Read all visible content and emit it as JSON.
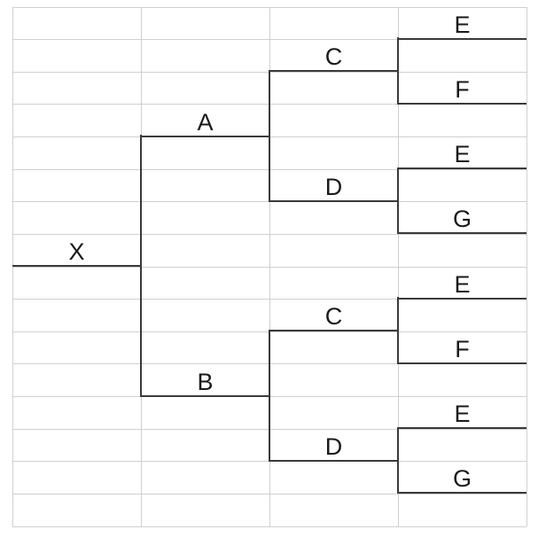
{
  "diagram": {
    "type": "tree",
    "title": "",
    "root_label": "X",
    "structure": {
      "label": "X",
      "children": [
        {
          "label": "A",
          "children": [
            {
              "label": "C",
              "children": [
                {
                  "label": "E"
                },
                {
                  "label": "F"
                }
              ]
            },
            {
              "label": "D",
              "children": [
                {
                  "label": "E"
                },
                {
                  "label": "G"
                }
              ]
            }
          ]
        },
        {
          "label": "B",
          "children": [
            {
              "label": "C",
              "children": [
                {
                  "label": "E"
                },
                {
                  "label": "F"
                }
              ]
            },
            {
              "label": "D",
              "children": [
                {
                  "label": "E"
                },
                {
                  "label": "G"
                }
              ]
            }
          ]
        }
      ]
    },
    "nodes": [
      {
        "label": "E",
        "row": 1,
        "col": 4
      },
      {
        "label": "C",
        "row": 2,
        "col": 3
      },
      {
        "label": "F",
        "row": 3,
        "col": 4
      },
      {
        "label": "A",
        "row": 4,
        "col": 2
      },
      {
        "label": "E",
        "row": 5,
        "col": 4
      },
      {
        "label": "D",
        "row": 6,
        "col": 3
      },
      {
        "label": "G",
        "row": 7,
        "col": 4
      },
      {
        "label": "X",
        "row": 8,
        "col": 1
      },
      {
        "label": "E",
        "row": 9,
        "col": 4
      },
      {
        "label": "C",
        "row": 10,
        "col": 3
      },
      {
        "label": "F",
        "row": 11,
        "col": 4
      },
      {
        "label": "B",
        "row": 12,
        "col": 2
      },
      {
        "label": "E",
        "row": 13,
        "col": 4
      },
      {
        "label": "D",
        "row": 14,
        "col": 3
      },
      {
        "label": "G",
        "row": 15,
        "col": 4
      }
    ],
    "connectors": [
      {
        "col": 1,
        "from_row": 4,
        "to_row": 12
      },
      {
        "col": 2,
        "from_row": 2,
        "to_row": 6
      },
      {
        "col": 2,
        "from_row": 10,
        "to_row": 14
      },
      {
        "col": 3,
        "from_row": 1,
        "to_row": 3
      },
      {
        "col": 3,
        "from_row": 5,
        "to_row": 7
      },
      {
        "col": 3,
        "from_row": 9,
        "to_row": 11
      },
      {
        "col": 3,
        "from_row": 13,
        "to_row": 15
      }
    ],
    "colors": {
      "branch": "#3a3a3a",
      "gridline": "#d0d0d0",
      "label": "#1a1a1a",
      "background": "#ffffff"
    }
  }
}
